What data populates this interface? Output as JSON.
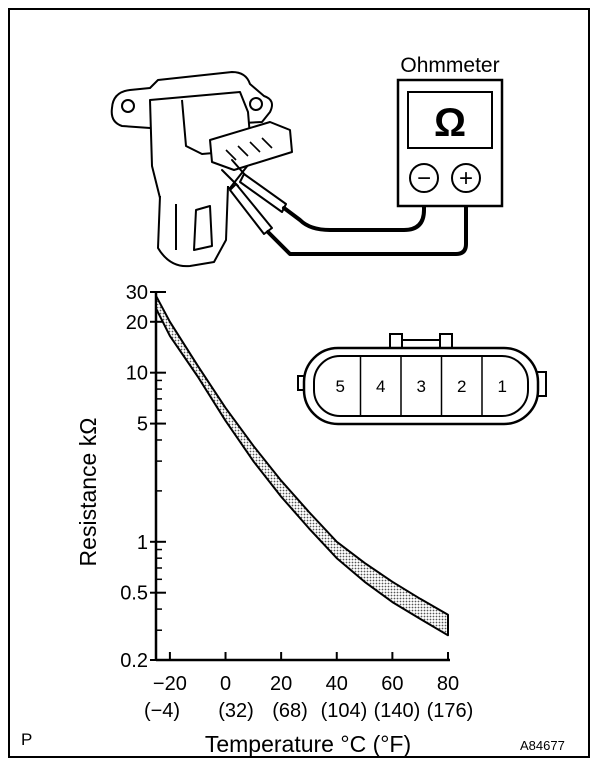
{
  "ohmmeter": {
    "label": "Ohmmeter",
    "symbol": "Ω",
    "neg_symbol": "−",
    "pos_symbol": "+"
  },
  "connector": {
    "pins": [
      "5",
      "4",
      "3",
      "2",
      "1"
    ]
  },
  "figure": {
    "corner_left": "P",
    "code": "A84677"
  },
  "chart_data": {
    "type": "area",
    "ylabel": "Resistance kΩ",
    "xlabel": "Temperature °C (°F)",
    "y_scale": "log",
    "ylim": [
      0.2,
      30
    ],
    "xlim": [
      -25,
      80
    ],
    "y_ticks": [
      {
        "value": 30,
        "label": "30"
      },
      {
        "value": 20,
        "label": "20"
      },
      {
        "value": 10,
        "label": "10"
      },
      {
        "value": 5,
        "label": "5"
      },
      {
        "value": 1,
        "label": "1"
      },
      {
        "value": 0.5,
        "label": "0.5"
      },
      {
        "value": 0.2,
        "label": "0.2"
      }
    ],
    "x_ticks": [
      {
        "value": -20,
        "label": "−20",
        "label_f": "(−4)"
      },
      {
        "value": 0,
        "label": "0",
        "label_f": "(32)"
      },
      {
        "value": 20,
        "label": "20",
        "label_f": "(68)"
      },
      {
        "value": 40,
        "label": "40",
        "label_f": "(104)"
      },
      {
        "value": 60,
        "label": "60",
        "label_f": "(140)"
      },
      {
        "value": 80,
        "label": "80",
        "label_f": "(176)"
      }
    ],
    "band": {
      "x": [
        -25,
        -20,
        -10,
        0,
        10,
        20,
        30,
        40,
        50,
        60,
        70,
        80
      ],
      "upper": [
        28.5,
        20,
        11,
        6.2,
        3.7,
        2.3,
        1.5,
        1.0,
        0.75,
        0.58,
        0.46,
        0.37
      ],
      "lower": [
        24,
        16.5,
        9.5,
        5.2,
        3.0,
        1.85,
        1.2,
        0.8,
        0.58,
        0.44,
        0.35,
        0.28
      ]
    },
    "grid": false
  }
}
